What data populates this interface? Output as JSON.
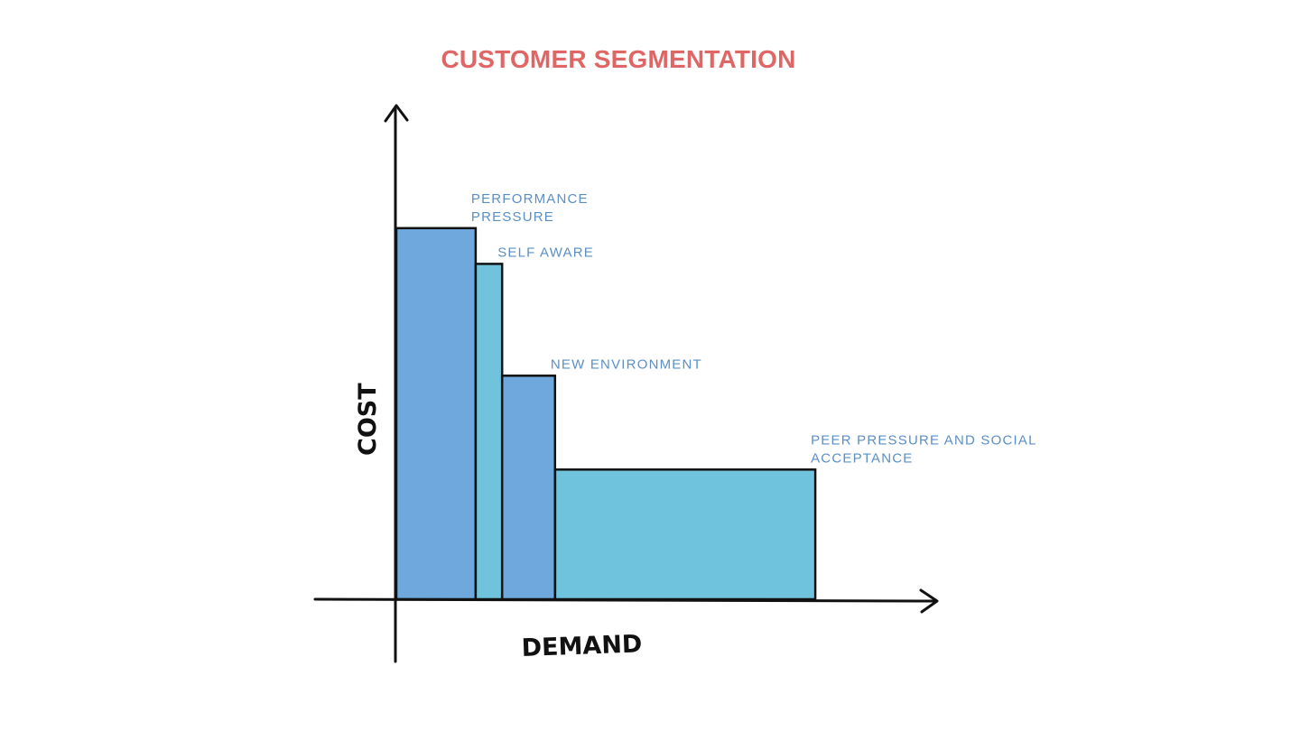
{
  "title": "CUSTOMER SEGMENTATION",
  "colors": {
    "title": "#e06666",
    "label": "#5b8fc4",
    "bar_dark": "#6fa8dc",
    "bar_light": "#70c3dc",
    "axis": "#111111"
  },
  "chart_data": {
    "type": "bar",
    "title": "CUSTOMER SEGMENTATION",
    "xlabel": "DEMAND",
    "ylabel": "COST",
    "grid": false,
    "legend": "none",
    "series": [
      {
        "values": [
          {
            "label": [
              "PERFORMANCE",
              "PRESSURE"
            ],
            "demand": 9,
            "cost": 41.5
          },
          {
            "label": [
              "SELF AWARE"
            ],
            "demand": 3,
            "cost": 37.5
          },
          {
            "label": [
              "NEW ENVIRONMENT"
            ],
            "demand": 6,
            "cost": 25
          },
          {
            "label": [
              "PEER PRESSURE AND SOCIAL",
              "ACCEPTANCE"
            ],
            "demand": 29.5,
            "cost": 14.5
          }
        ]
      }
    ],
    "xlim": [
      0,
      61
    ],
    "ylim": [
      0,
      55
    ]
  }
}
